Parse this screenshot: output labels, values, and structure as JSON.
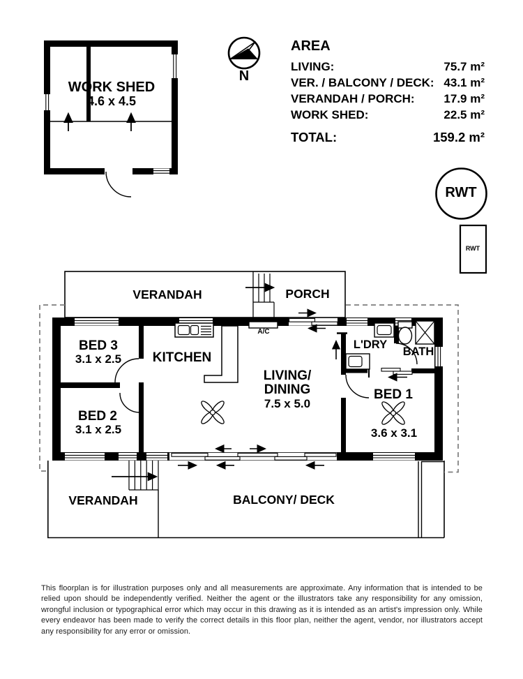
{
  "shed": {
    "name": "WORK SHED",
    "dims": "4.6 x 4.5"
  },
  "compass": {
    "label": "N"
  },
  "area": {
    "title": "AREA",
    "rows": [
      {
        "label": "LIVING:",
        "value": "75.7 m²"
      },
      {
        "label": "VER. / BALCONY / DECK:",
        "value": "43.1 m²"
      },
      {
        "label": "VERANDAH / PORCH:",
        "value": "17.9 m²"
      },
      {
        "label": "WORK SHED:",
        "value": "22.5 m²"
      }
    ],
    "total": {
      "label": "TOTAL:",
      "value": "159.2 m²"
    }
  },
  "tanks": {
    "circle_label": "RWT",
    "small_label": "RWT"
  },
  "outdoor": {
    "verandah_top": "VERANDAH",
    "porch": "PORCH",
    "verandah_bottom": "VERANDAH",
    "balcony": "BALCONY/ DECK"
  },
  "rooms": {
    "bed3": {
      "name": "BED 3",
      "dims": "3.1 x 2.5"
    },
    "bed2": {
      "name": "BED 2",
      "dims": "3.1 x 2.5"
    },
    "bed1": {
      "name": "BED 1",
      "dims": "3.6 x 3.1"
    },
    "kitchen": {
      "name": "KITCHEN"
    },
    "living": {
      "line1": "LIVING/",
      "line2": "DINING",
      "dims": "7.5 x 5.0"
    },
    "laundry": {
      "name": "L'DRY"
    },
    "bath": {
      "name": "BATH"
    },
    "ac": "A/C"
  },
  "disclaimer": "This floorplan is for illustration purposes only and all measurements are approximate. Any information that is intended to be relied upon should be independently verified. Neither the agent or the illustrators take any responsibility for any omission, wrongful inclusion or typographical error which may occur in this drawing as it is intended as an artist's impression only. While every endeavor has been made to verify the correct details in this floor plan, neither the agent, vendor, nor illustrators accept any responsibility for any error or omission."
}
